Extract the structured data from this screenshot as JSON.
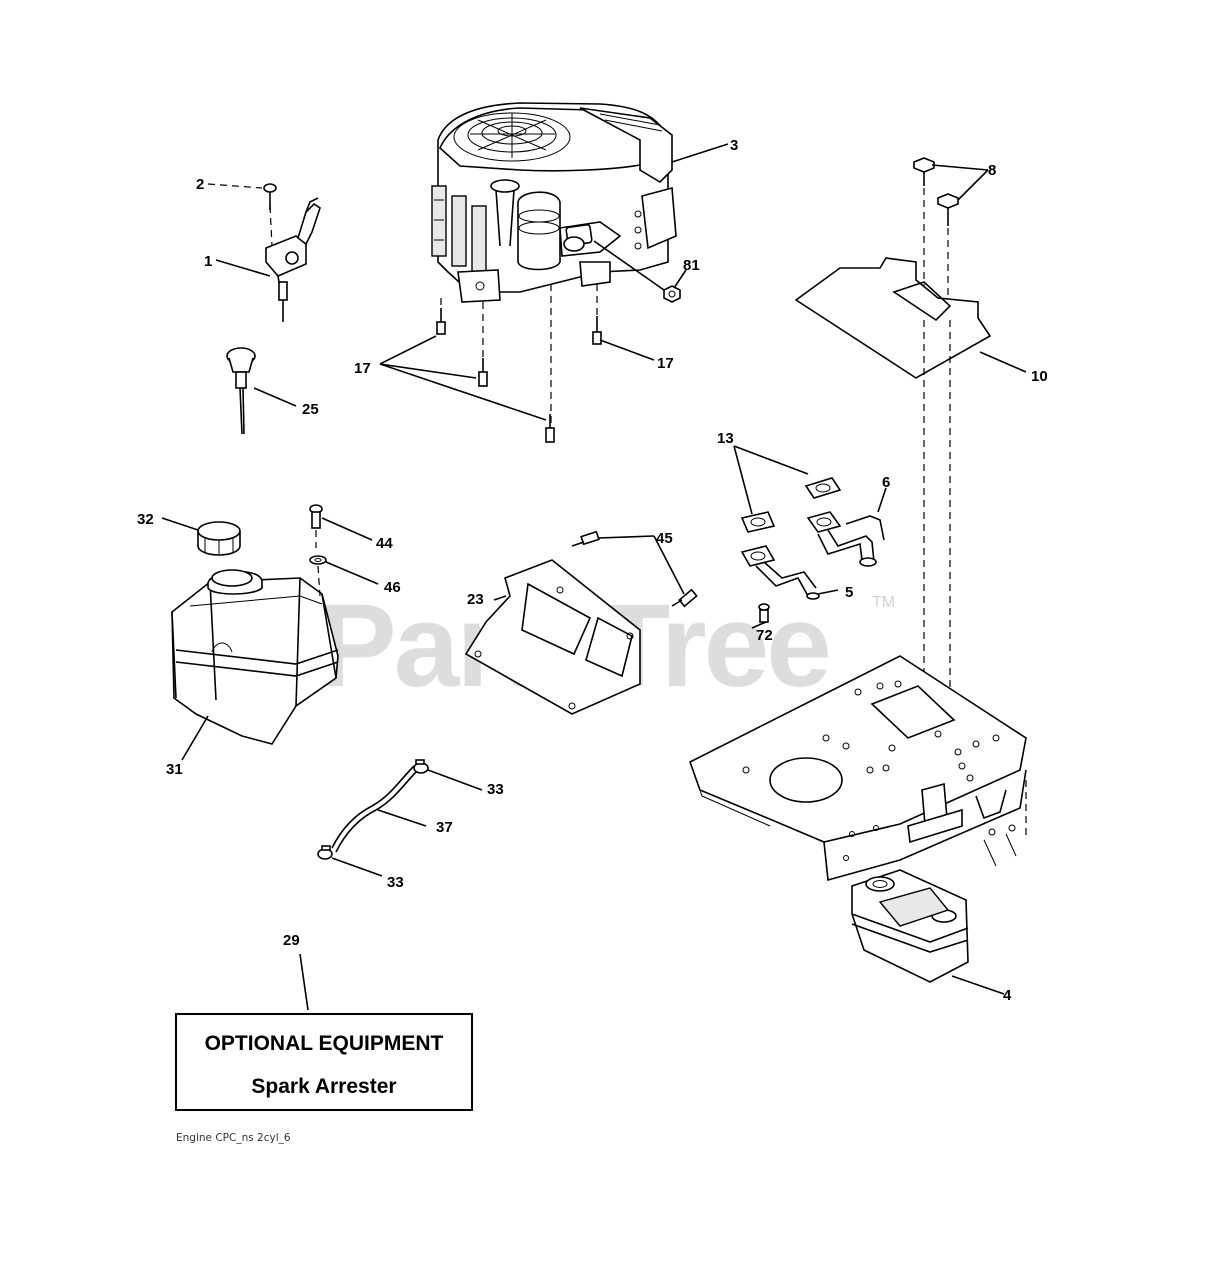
{
  "watermark": {
    "text": "PartsTree",
    "trademark": "TM"
  },
  "callouts": [
    {
      "id": "c1",
      "text": "1"
    },
    {
      "id": "c2",
      "text": "2"
    },
    {
      "id": "c3",
      "text": "3"
    },
    {
      "id": "c4",
      "text": "4"
    },
    {
      "id": "c5",
      "text": "5"
    },
    {
      "id": "c6",
      "text": "6"
    },
    {
      "id": "c8",
      "text": "8"
    },
    {
      "id": "c10",
      "text": "10"
    },
    {
      "id": "c13",
      "text": "13"
    },
    {
      "id": "c17a",
      "text": "17"
    },
    {
      "id": "c17b",
      "text": "17"
    },
    {
      "id": "c23",
      "text": "23"
    },
    {
      "id": "c25",
      "text": "25"
    },
    {
      "id": "c29",
      "text": "29"
    },
    {
      "id": "c31",
      "text": "31"
    },
    {
      "id": "c32",
      "text": "32"
    },
    {
      "id": "c33a",
      "text": "33"
    },
    {
      "id": "c33b",
      "text": "33"
    },
    {
      "id": "c37",
      "text": "37"
    },
    {
      "id": "c44",
      "text": "44"
    },
    {
      "id": "c45",
      "text": "45"
    },
    {
      "id": "c46",
      "text": "46"
    },
    {
      "id": "c72",
      "text": "72"
    },
    {
      "id": "c81",
      "text": "81"
    }
  ],
  "optional_box": {
    "title": "OPTIONAL EQUIPMENT",
    "subtitle": "Spark Arrester"
  },
  "caption": "Engine CPC_ns 2cyl_6"
}
